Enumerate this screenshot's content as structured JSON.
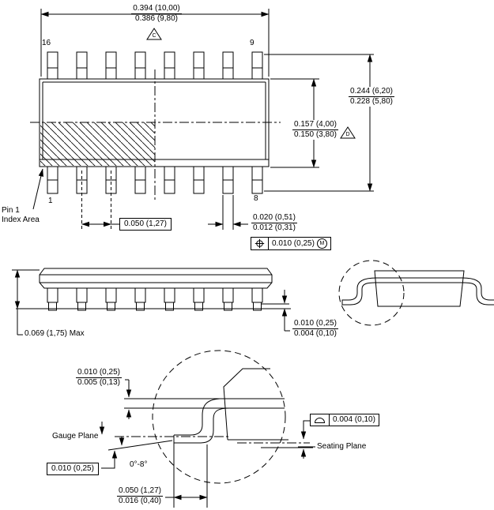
{
  "colors": {
    "line": "#000000",
    "background": "#ffffff"
  },
  "top_view": {
    "pin_labels": {
      "top_left": "16",
      "top_right": "9",
      "bottom_left": "1",
      "bottom_right": "8"
    },
    "width_dim": {
      "max": "0.394 (10,00)",
      "min": "0.386 (9,80)"
    },
    "width_dim_flag": "C",
    "overall_dim": {
      "max": "0.244 (6,20)",
      "min": "0.228 (5,80)"
    },
    "body_dim": {
      "max": "0.157 (4,00)",
      "min": "0.150 (3,80)"
    },
    "body_dim_flag": "D",
    "pitch_dim": "0.050 (1,27)",
    "lead_width_dim": {
      "max": "0.020 (0,51)",
      "min": "0.012 (0,31)"
    },
    "position_tolerance": {
      "value": "0.010 (0,25)",
      "modifier": "M"
    },
    "pin1_label": {
      "line1": "Pin 1",
      "line2": "Index Area"
    }
  },
  "side_view": {
    "height_dim": "0.069 (1,75) Max",
    "standoff_dim": {
      "max": "0.010 (0,25)",
      "min": "0.004 (0,10)"
    }
  },
  "detail_view": {
    "lead_thickness_dim": {
      "max": "0.010 (0,25)",
      "min": "0.005 (0,13)"
    },
    "gauge_plane_label": "Gauge Plane",
    "gauge_offset_dim": "0.010 (0,25)",
    "lead_angle": "0°-8°",
    "foot_length_dim": {
      "max": "0.050 (1,27)",
      "min": "0.016 (0,40)"
    },
    "seating_flatness": {
      "value": "0.004 (0,10)"
    },
    "seating_plane_label": "Seating Plane"
  }
}
